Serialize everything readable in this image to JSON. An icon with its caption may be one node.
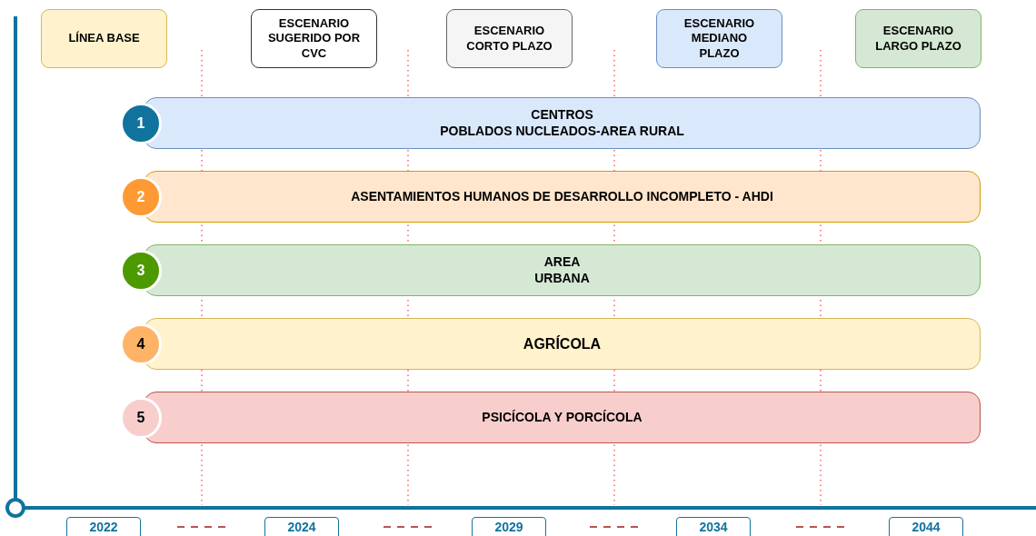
{
  "diagram": {
    "nodes": [
      {
        "text": [
          "LÍNEA BASE"
        ]
      },
      {
        "text": [
          "ESCENARIO SUGERIDO POR CVC"
        ]
      },
      {
        "text": [
          "ESCENARIO CORTO PLAZO"
        ]
      },
      {
        "text": [
          "ESCENARIO MEDIANO PLAZO"
        ]
      },
      {
        "text": [
          "ESCENARIO LARGO PLAZO"
        ]
      },
      {
        "text": [
          "CENTROS",
          "POBLADOS NUCLEADOS-AREA RURAL"
        ]
      },
      {
        "text": [
          "1"
        ]
      },
      {
        "text": [
          "ASENTAMIENTOS HUMANOS DE DESARROLLO INCOMPLETO - AHDI"
        ]
      },
      {
        "text": [
          "2"
        ]
      },
      {
        "text": [
          "AREA",
          "URBANA"
        ]
      },
      {
        "text": [
          "3"
        ]
      },
      {
        "text": [
          "AGRÍCOLA"
        ]
      },
      {
        "text": [
          "4"
        ]
      },
      {
        "text": [
          "PSICÍCOLA Y PORCÍCOLA"
        ]
      },
      {
        "text": [
          "5"
        ]
      },
      {
        "text": [
          "2022"
        ]
      },
      {
        "text": [
          "2024"
        ]
      },
      {
        "text": [
          "2029"
        ]
      },
      {
        "text": [
          "2034"
        ]
      },
      {
        "text": [
          "2044"
        ]
      }
    ]
  }
}
